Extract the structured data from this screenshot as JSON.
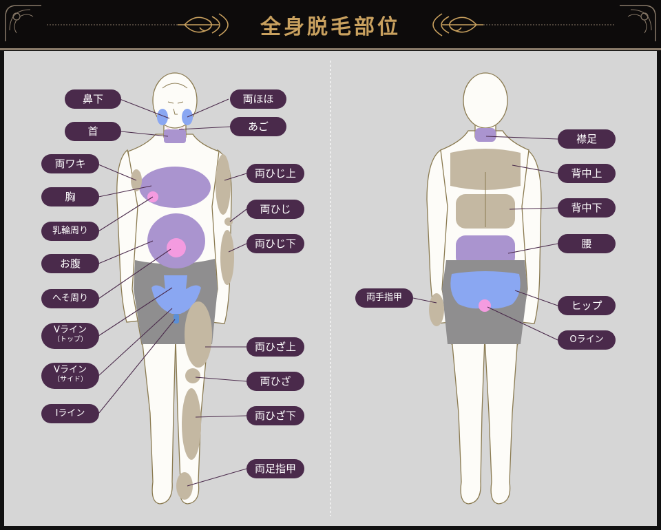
{
  "header": {
    "title": "全身脱毛部位"
  },
  "front_labels": {
    "nose_under": "鼻下",
    "cheeks": "両ほほ",
    "neck": "首",
    "chin": "あご",
    "armpits": "両ワキ",
    "upper_arms": "両ひじ上",
    "chest": "胸",
    "elbows": "両ひじ",
    "areola": "乳輪周り",
    "lower_arms": "両ひじ下",
    "belly": "お腹",
    "navel": "へそ周り",
    "v_top": "Vライン",
    "v_top_sub": "（トップ）",
    "v_side": "Vライン",
    "v_side_sub": "（サイド）",
    "i_line": "Iライン",
    "thighs": "両ひざ上",
    "knees": "両ひざ",
    "shins": "両ひざ下",
    "toes": "両足指甲"
  },
  "back_labels": {
    "nape": "襟足",
    "upper_back": "背中上",
    "lower_back": "背中下",
    "waist": "腰",
    "fingers": "両手指甲",
    "hip": "ヒップ",
    "o_line": "Oライン"
  },
  "colors": {
    "header_bg": "#0d0b0b",
    "title_gold": "#c9a15f",
    "panel_bg": "#d6d6d6",
    "label_bg": "#4a2a4b",
    "body_fill": "#fdfcf8",
    "body_outline": "#8a7a50",
    "tan_zone": "#c4b8a2",
    "purple_zone": "#aa94cf",
    "blue_zone": "#8aa7f2",
    "pink_zone": "#f49be0",
    "gray_zone": "#8f8e8f"
  }
}
